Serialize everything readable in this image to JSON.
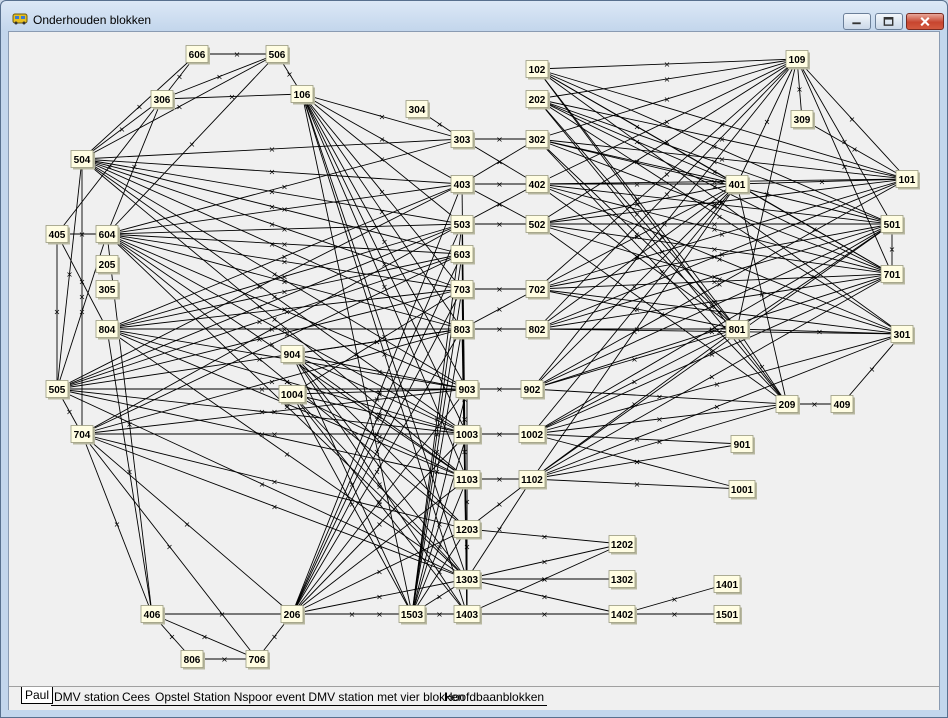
{
  "window": {
    "title": "Onderhouden blokken",
    "buttons": {
      "minimize": "minimize-icon",
      "maximize": "maximize-icon",
      "close": "close-icon"
    }
  },
  "colors": {
    "node_fill": "#fffde2",
    "node_border": "#9a9a80",
    "edge": "#000000"
  },
  "blocks": [
    "606",
    "506",
    "306",
    "106",
    "304",
    "303",
    "302",
    "102",
    "202",
    "109",
    "309",
    "504",
    "403",
    "402",
    "401",
    "101",
    "405",
    "604",
    "503",
    "502",
    "501",
    "205",
    "603",
    "701",
    "305",
    "703",
    "702",
    "804",
    "803",
    "802",
    "801",
    "301",
    "904",
    "505",
    "903",
    "902",
    "1004",
    "209",
    "409",
    "704",
    "1003",
    "1002",
    "901",
    "1103",
    "1102",
    "1001",
    "1203",
    "1202",
    "1303",
    "1302",
    "1401",
    "406",
    "206",
    "1503",
    "1403",
    "1402",
    "1501",
    "806",
    "706"
  ],
  "tabs": [
    {
      "label": "Paul",
      "active": true
    },
    {
      "label": "DMV station",
      "active": false
    },
    {
      "label": "Cees",
      "active": false
    },
    {
      "label": "Opstel",
      "active": false
    },
    {
      "label": "Station Nspoor event DMV station met vier blokken",
      "active": false
    },
    {
      "label": "Hoofdbaanblokken",
      "active": false
    }
  ]
}
